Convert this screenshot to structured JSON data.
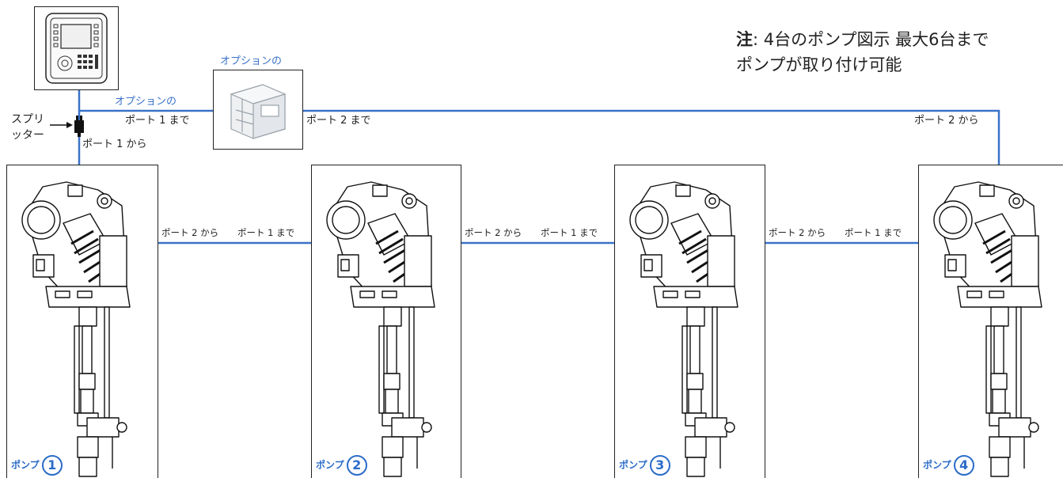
{
  "note": {
    "prefix": "注",
    "line1": ": 4台のポンプ図示 最大6台まで",
    "line2": "ポンプが取り付け可能"
  },
  "labels": {
    "option_top": "オプションの",
    "option_left": "オプションの",
    "to_port1_upper": "ポート 1 まで",
    "to_port2_upper": "ポート 2 まで",
    "from_port2_upper": "ポート 2 から",
    "splitter_1": "スプリ",
    "splitter_2": "ッター",
    "from_port1_upper": "ポート 1 から",
    "link": [
      {
        "from": "ポート 2 から",
        "to": "ポート 1 まで"
      },
      {
        "from": "ポート 2 から",
        "to": "ポート 1 まで"
      },
      {
        "from": "ポート 2 から",
        "to": "ポート 1 まで"
      }
    ]
  },
  "pumps": [
    {
      "label": "ポンプ",
      "number": "1"
    },
    {
      "label": "ポンプ",
      "number": "2"
    },
    {
      "label": "ポンプ",
      "number": "3"
    },
    {
      "label": "ポンプ",
      "number": "4"
    }
  ],
  "colors": {
    "wire": "#3a72c8",
    "accent": "#2a6cc8"
  }
}
